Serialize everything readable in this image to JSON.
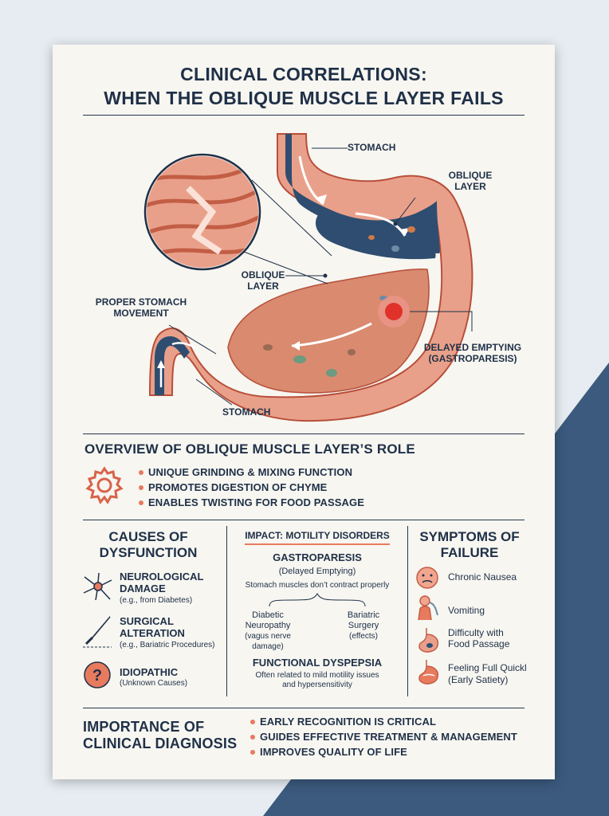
{
  "title": {
    "line1": "CLINICAL CORRELATIONS:",
    "line2": "WHEN THE OBLIQUE MUSCLE LAYER FAILS"
  },
  "diagram": {
    "labels": {
      "stomach_top": "STOMACH",
      "oblique_layer_right": "OBLIQUE LAYER",
      "oblique_layer_center": "OBLIQUE LAYER",
      "proper_movement": "PROPER STOMACH MOVEMENT",
      "delayed_emptying": "DELAYED EMPTYING (GASTROPARESIS)",
      "stomach_bottom": "STOMACH"
    }
  },
  "overview": {
    "heading": "OVERVIEW OF OBLIQUE MUSCLE LAYER’S ROLE",
    "icon": "gear-icon",
    "bullets": [
      "UNIQUE GRINDING & MIXING FUNCTION",
      "PROMOTES DIGESTION OF CHYME",
      "ENABLES TWISTING FOR FOOD PASSAGE"
    ]
  },
  "causes": {
    "heading": "CAUSES OF DYSFUNCTION",
    "items": [
      {
        "icon": "neuron-icon",
        "title": "NEUROLOGICAL DAMAGE",
        "sub": "(e.g., from Diabetes)"
      },
      {
        "icon": "scalpel-icon",
        "title": "SURGICAL ALTERATION",
        "sub": "(e.g., Bariatric Procedures)"
      },
      {
        "icon": "question-icon",
        "title": "IDIOPATHIC",
        "sub": "(Unknown Causes)"
      }
    ]
  },
  "impact": {
    "heading": "IMPACT: MOTILITY DISORDERS",
    "gastroparesis": {
      "title": "GASTROPARESIS",
      "subtitle": "(Delayed Emptying)",
      "desc": "Stomach muscles don’t contract properly"
    },
    "branches": [
      {
        "line1": "Diabetic",
        "line2": "Neuropathy",
        "line3": "(vagus nerve damage)"
      },
      {
        "line1": "Bariatric",
        "line2": "Surgery",
        "line3": "(effects)"
      }
    ],
    "dyspepsia": {
      "title": "FUNCTIONAL DYSPEPSIA",
      "desc1": "Often related to mild motility issues",
      "desc2": "and hypersensitivity"
    }
  },
  "symptoms": {
    "heading": "SYMPTOMS OF FAILURE",
    "items": [
      {
        "icon": "nausea-face-icon",
        "line1": "Chronic Nausea",
        "line2": ""
      },
      {
        "icon": "vomiting-icon",
        "line1": "Vomiting",
        "line2": ""
      },
      {
        "icon": "stomach-passage-icon",
        "line1": "Difficulty with",
        "line2": "Food Passage"
      },
      {
        "icon": "full-stomach-icon",
        "line1": "Feeling Full Quickl",
        "line2": "(Early Satiety)"
      }
    ]
  },
  "importance": {
    "heading_line1": "IMPORTANCE OF",
    "heading_line2": "CLINICAL DIAGNOSIS",
    "bullets": [
      "EARLY RECOGNITION IS CRITICAL",
      "GUIDES EFFECTIVE TREATMENT & MANAGEMENT",
      "IMPROVES QUALITY OF LIFE"
    ]
  },
  "colors": {
    "navy": "#1f3047",
    "coral": "#e87a5e",
    "muscle": "#e69c86",
    "stomach_blue": "#2f4d70",
    "alert_red": "#e0312b"
  }
}
